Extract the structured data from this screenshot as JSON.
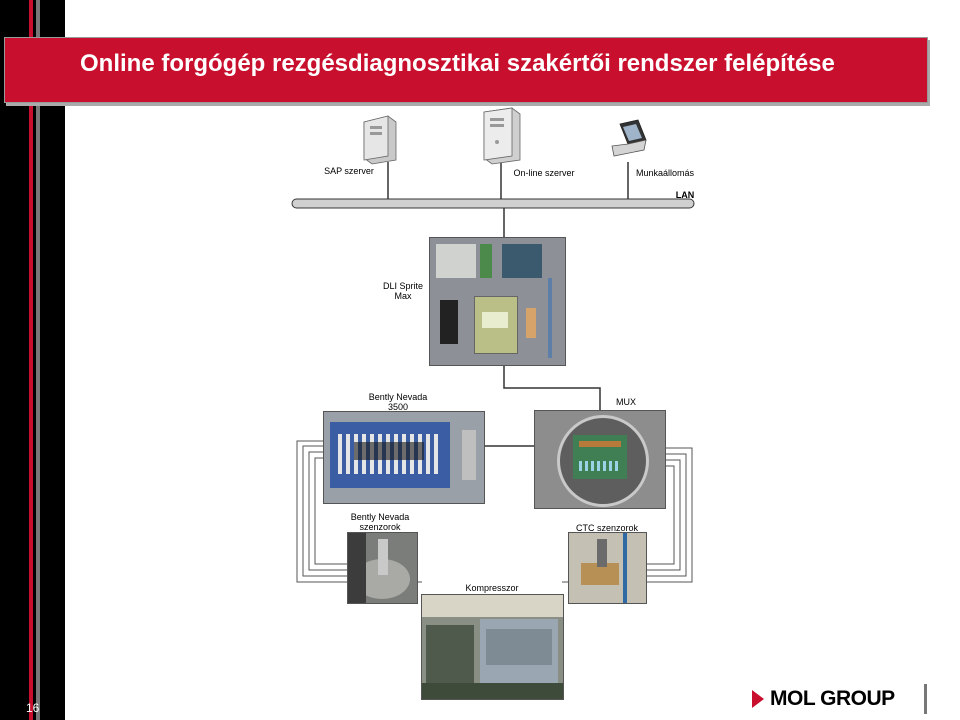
{
  "title": "Online forgógép rezgésdiagnosztikai szakértői rendszer felépítése",
  "page_number": "16",
  "logo": "MOL GROUP",
  "nodes": {
    "sap": "SAP szerver",
    "online": "On-line szerver",
    "workstation": "Munkaállomás",
    "lan": "LAN",
    "dli_1": "DLI Sprite",
    "dli_2": "Max",
    "bently_1": "Bently Nevada",
    "bently_2": "3500",
    "mux": "MUX",
    "bsens_1": "Bently Nevada",
    "bsens_2": "szenzorok",
    "ctc": "CTC szenzorok",
    "komp": "Kompresszor"
  },
  "colors": {
    "brand_red": "#c8102e",
    "bar": "#000000"
  }
}
